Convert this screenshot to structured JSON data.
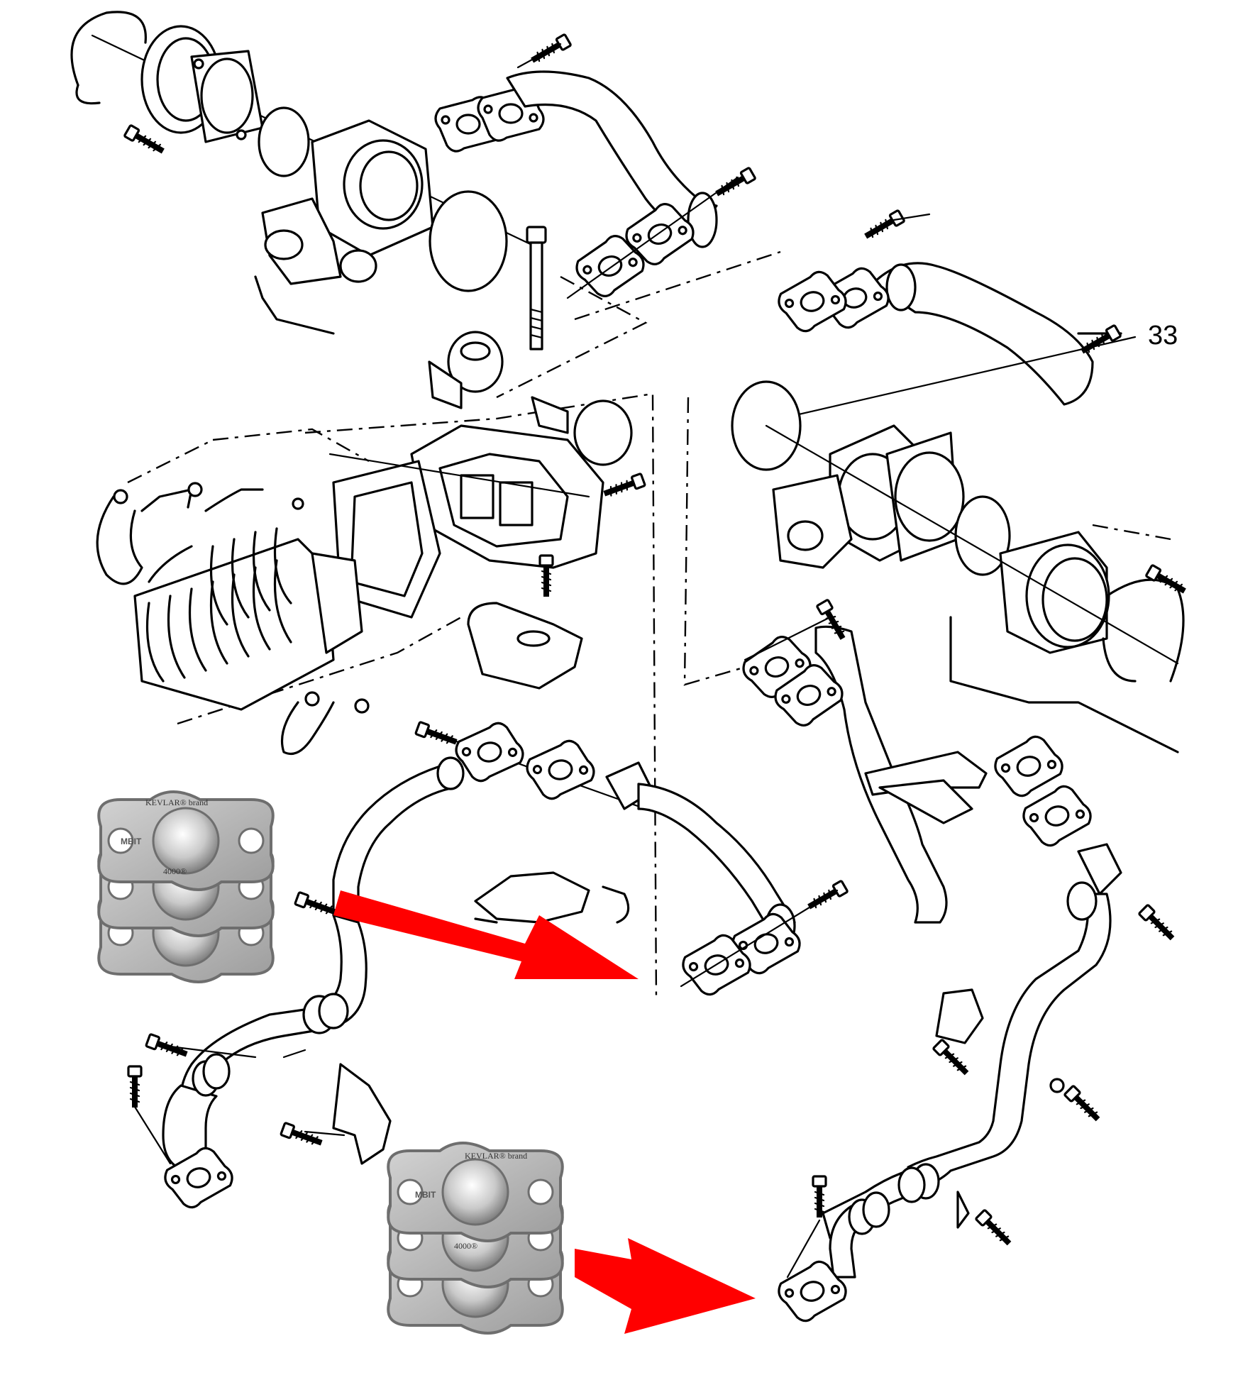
{
  "figure": {
    "callouts": {
      "part_number": "33"
    },
    "gasket_print": {
      "brand_text": "KEVLAR® brand",
      "mark": "MBIT",
      "grade": "4000®"
    },
    "colors": {
      "line_art": "#000000",
      "arrow": "#ff0000",
      "gasket_face": "#b8b8b8",
      "gasket_edge": "#6e6e6e",
      "background": "#ffffff"
    },
    "icons": {
      "bolt": "bolt-icon",
      "arrow": "red-arrow-icon",
      "gasket": "gasket-plate-icon"
    }
  }
}
